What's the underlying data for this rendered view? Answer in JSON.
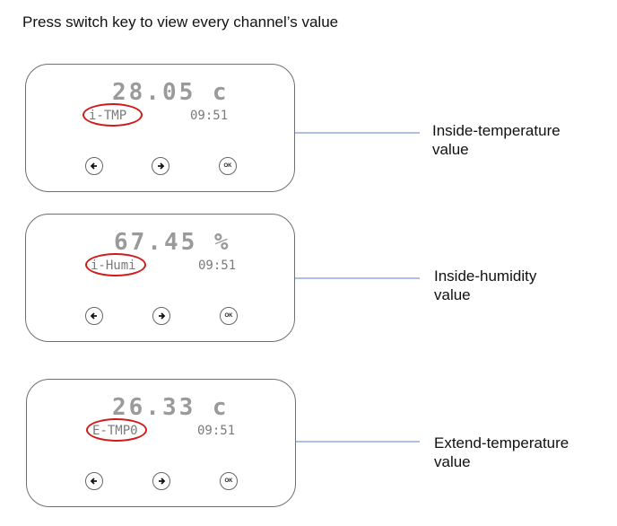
{
  "heading": "Press switch key to view every channel’s value",
  "panels": [
    {
      "reading": "28.05 c",
      "channel": "i-TMP",
      "time": "09:51",
      "label": "Inside-temperature\nvalue"
    },
    {
      "reading": "67.45 %",
      "channel": "i-Humi",
      "time": "09:51",
      "label": "Inside-humidity\nvalue"
    },
    {
      "reading": "26.33 c",
      "channel": "E-TMP0",
      "time": "09:51",
      "label": "Extend-temperature\nvalue"
    }
  ],
  "buttons": {
    "ok": "OK"
  },
  "icons": [
    "arrow-left-icon",
    "arrow-right-icon"
  ],
  "colors": {
    "highlight_ring": "#d21a1a",
    "leader_line": "#5b7fc7",
    "display_digits": "#9a9a9a"
  }
}
